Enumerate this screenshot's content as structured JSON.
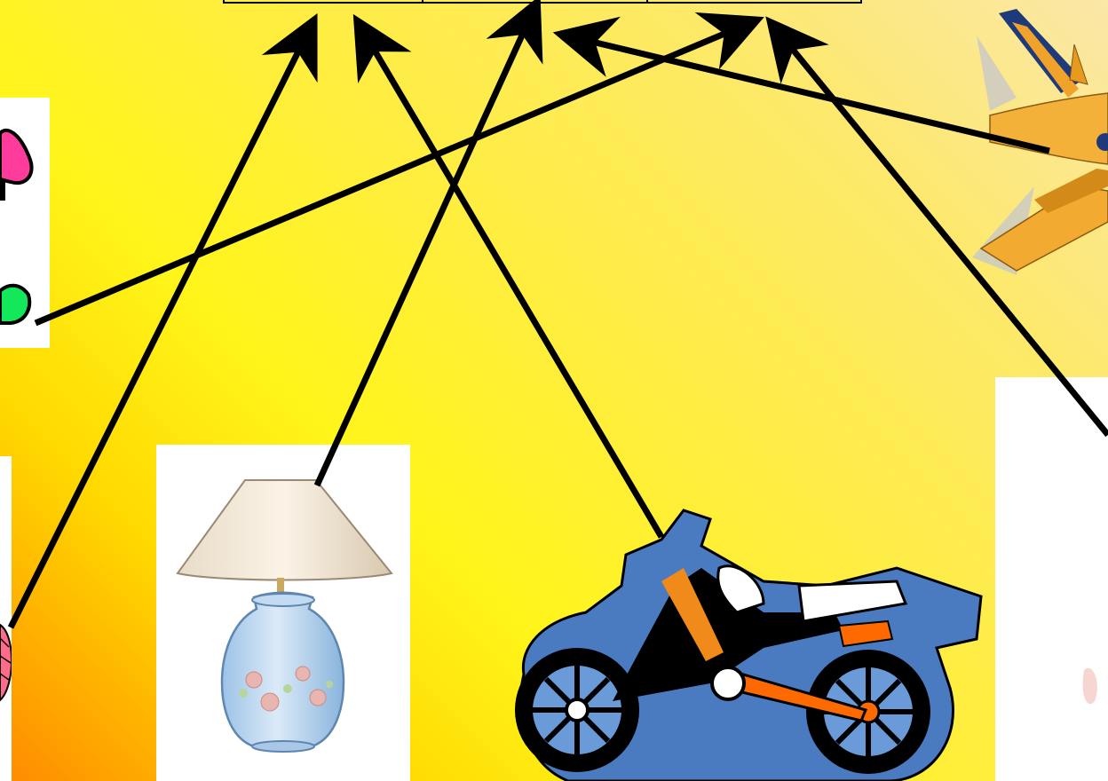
{
  "slide": {
    "background_colors": [
      "#fbe7a8",
      "#fde96a",
      "#ffee3a",
      "#fff51a",
      "#ffd800",
      "#ff8a00"
    ],
    "header_table_cells": 3,
    "pictures": [
      {
        "name": "toy-picture",
        "icon": "pink-green-toy-icon"
      },
      {
        "name": "ball-picture",
        "icon": "striped-ball-icon"
      },
      {
        "name": "lamp-picture",
        "icon": "table-lamp-icon"
      },
      {
        "name": "motorcycle-picture",
        "icon": "motorcycle-icon"
      },
      {
        "name": "airplane-picture",
        "icon": "airplane-icon"
      },
      {
        "name": "right-edge-picture",
        "icon": "partial-object-icon"
      }
    ],
    "arrow_color": "#000000",
    "arrow_count": 6
  }
}
